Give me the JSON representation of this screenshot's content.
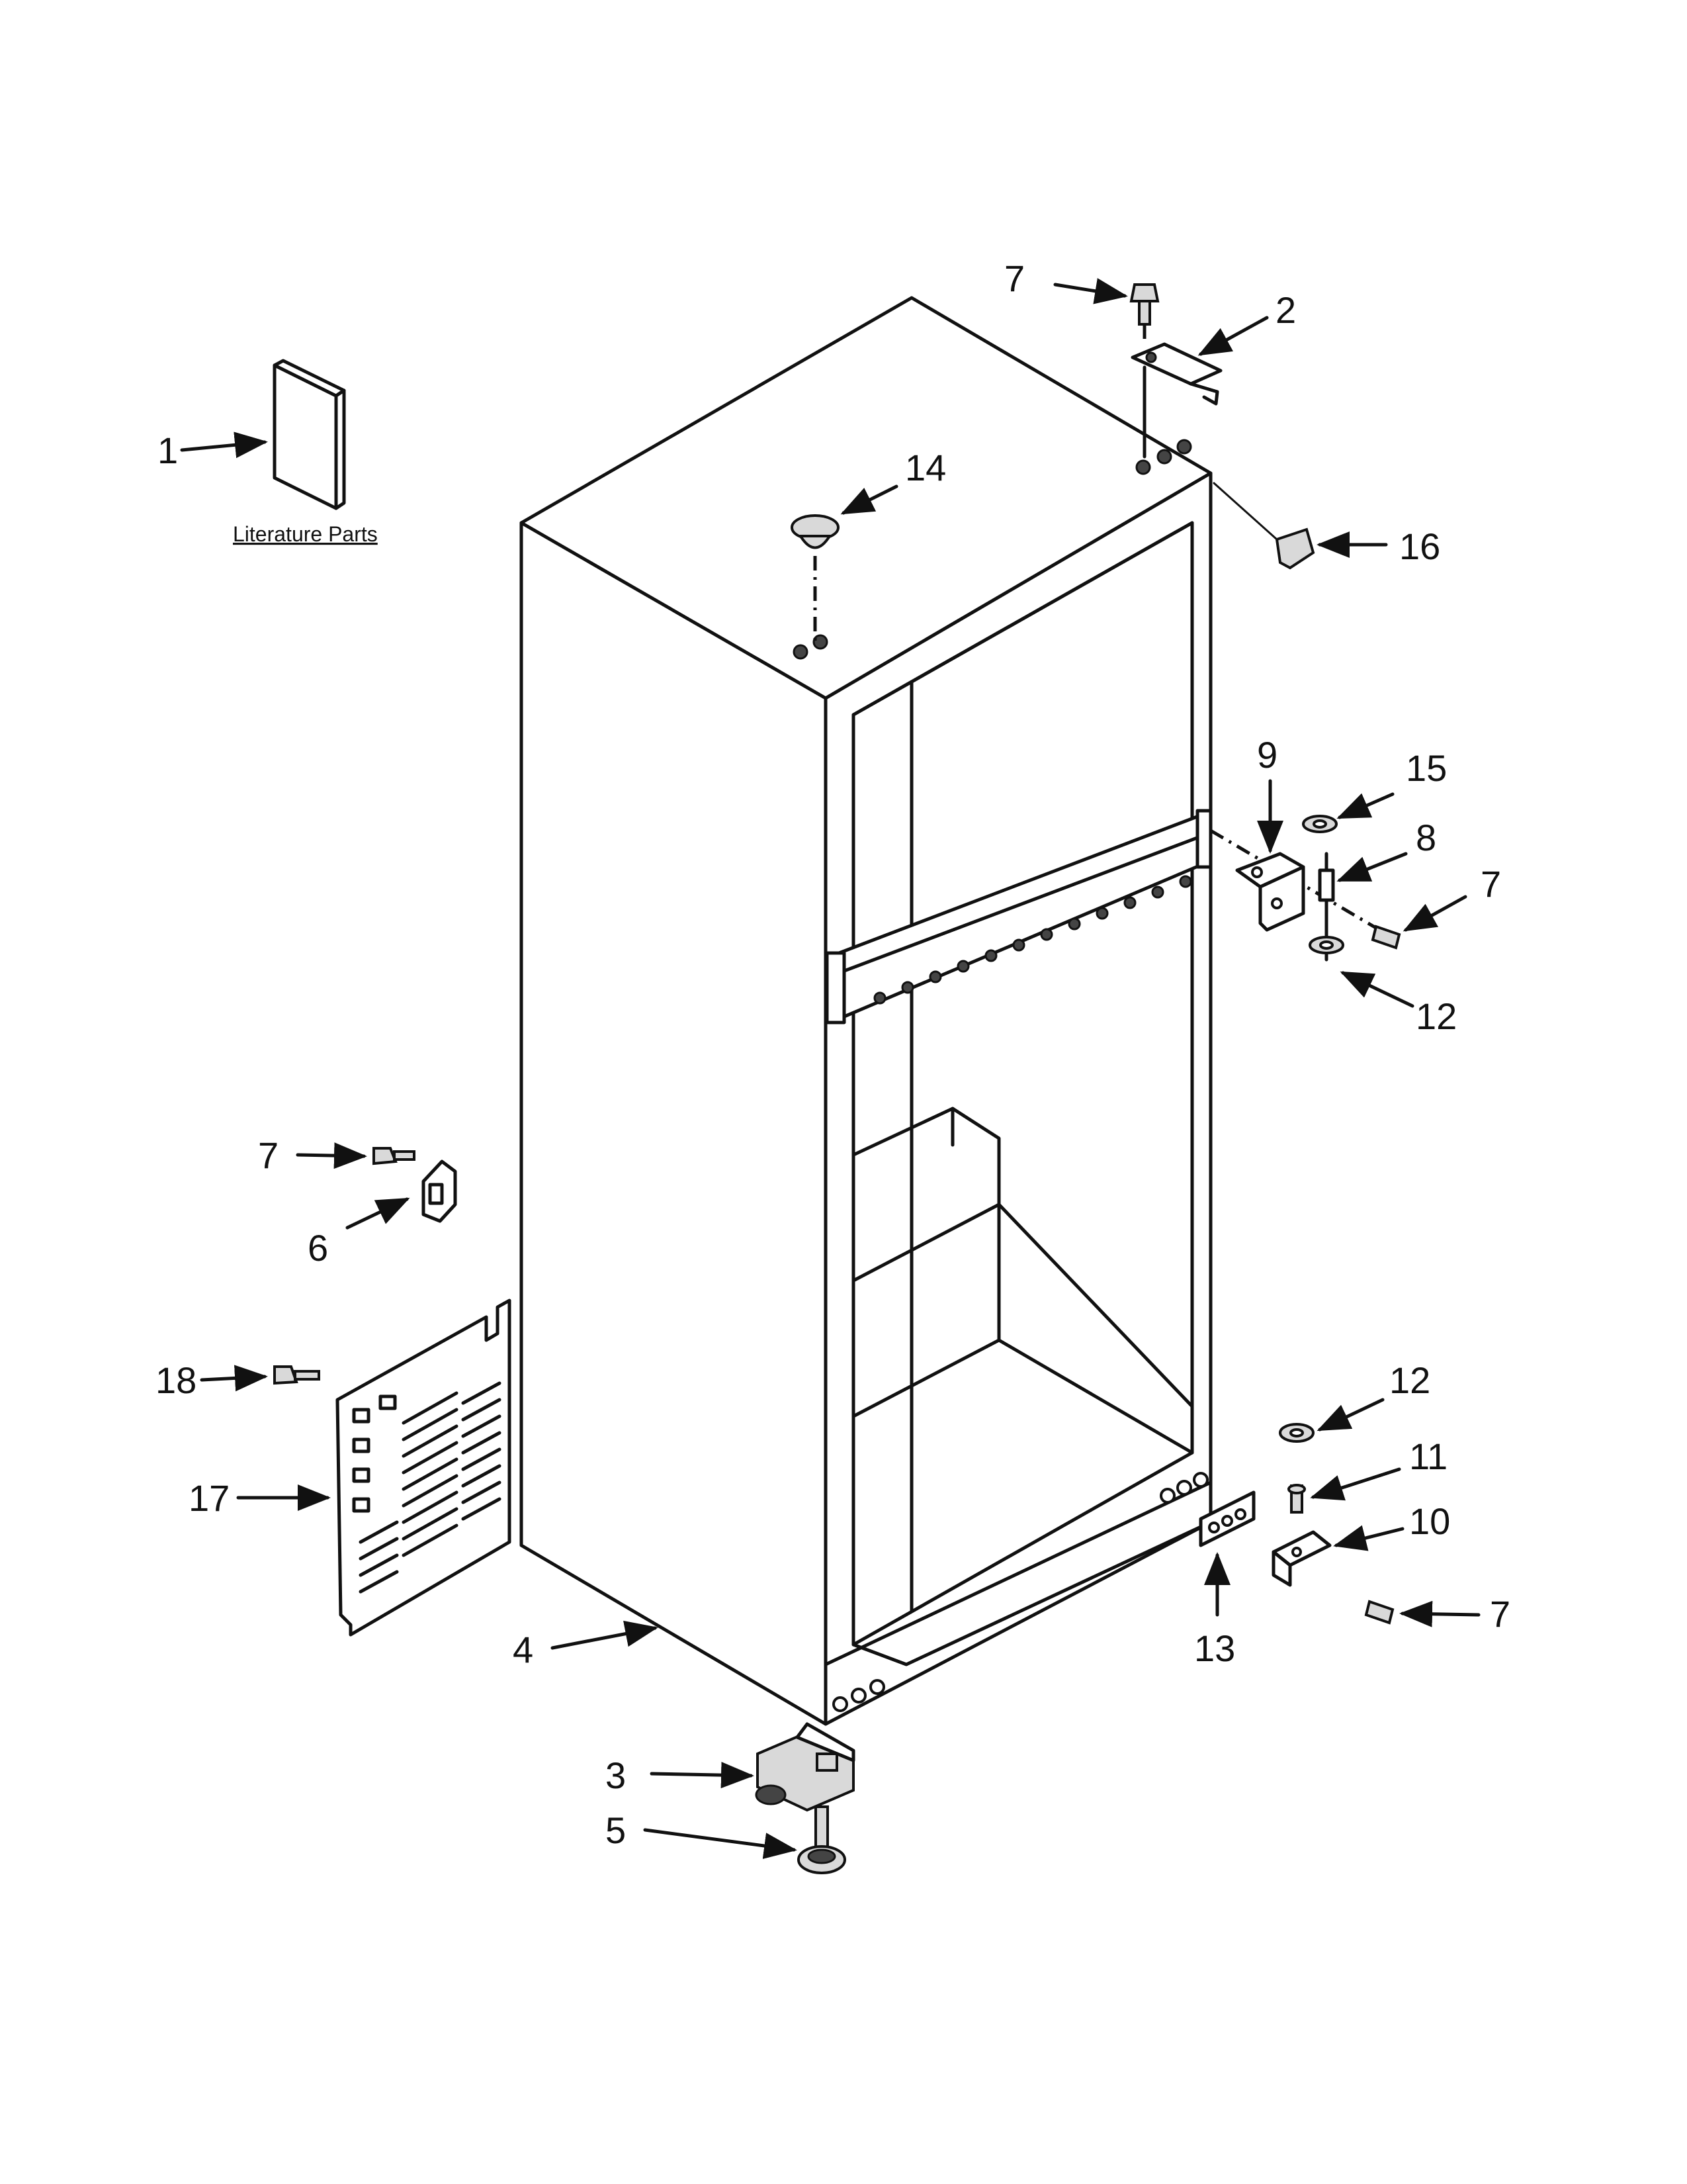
{
  "literature_label": "Literature Parts",
  "callouts": [
    {
      "id": "c1",
      "label": "1"
    },
    {
      "id": "c2",
      "label": "2"
    },
    {
      "id": "c3",
      "label": "3"
    },
    {
      "id": "c4",
      "label": "4"
    },
    {
      "id": "c5",
      "label": "5"
    },
    {
      "id": "c6",
      "label": "6"
    },
    {
      "id": "c7a",
      "label": "7"
    },
    {
      "id": "c7b",
      "label": "7"
    },
    {
      "id": "c7c",
      "label": "7"
    },
    {
      "id": "c7d",
      "label": "7"
    },
    {
      "id": "c8",
      "label": "8"
    },
    {
      "id": "c9",
      "label": "9"
    },
    {
      "id": "c10",
      "label": "10"
    },
    {
      "id": "c11",
      "label": "11"
    },
    {
      "id": "c12a",
      "label": "12"
    },
    {
      "id": "c12b",
      "label": "12"
    },
    {
      "id": "c13",
      "label": "13"
    },
    {
      "id": "c14",
      "label": "14"
    },
    {
      "id": "c15",
      "label": "15"
    },
    {
      "id": "c16",
      "label": "16"
    },
    {
      "id": "c17",
      "label": "17"
    },
    {
      "id": "c18",
      "label": "18"
    }
  ]
}
